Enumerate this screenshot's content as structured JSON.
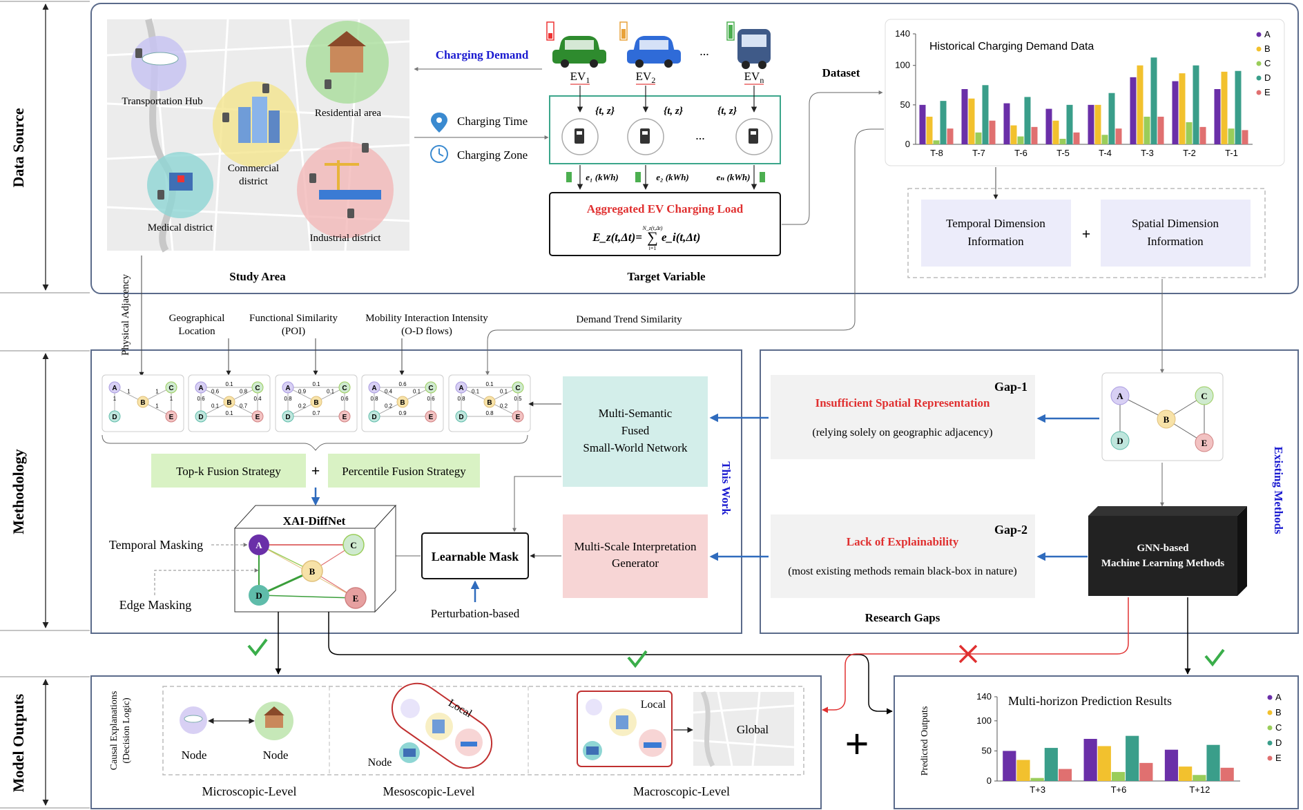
{
  "sections": {
    "data_source": "Data Source",
    "methodology": "Methodology",
    "model_outputs": "Model Outputs"
  },
  "study_area": {
    "caption": "Study Area",
    "zones": [
      "Transportation Hub",
      "Residential area",
      "Commercial",
      "district",
      "Medical district",
      "Industrial district"
    ],
    "physical_adjacency": "Physical  Adjacency"
  },
  "target": {
    "charging_demand": "Charging Demand",
    "ev_labels": [
      "EV",
      "EV",
      "EV"
    ],
    "ev_subs": [
      "1",
      "2",
      "n"
    ],
    "ellipsis": "...",
    "tz": "{t, z}",
    "charging_time": "Charging Time",
    "charging_zone": "Charging Zone",
    "energy_labels": [
      "e₁ (kWh)",
      "e₂ (kWh)",
      "eₙ (kWh)"
    ],
    "agg_title": "Aggregated EV Charging Load",
    "formula_lhs": "E_z(t,Δt)=",
    "formula_sum": "∑",
    "formula_top": "N_z(t,Δt)",
    "formula_bottom": "i=1",
    "formula_rhs": "e_i(t,Δt)",
    "caption": "Target Variable"
  },
  "dataset": {
    "label": "Dataset",
    "temporal": [
      "Temporal Dimension",
      "Information"
    ],
    "spatial": [
      "Spatial Dimension",
      "Information"
    ],
    "plus": "+"
  },
  "colors": {
    "A": "#6a2fa8",
    "B": "#f2c12e",
    "C": "#9acd5a",
    "D": "#3a9e8a",
    "E": "#e07070",
    "frame": "#5a6a8a",
    "red": "#e03030",
    "blue": "#1a1ad0",
    "arrow_blue": "#2f6bbd"
  },
  "chart_data": [
    {
      "type": "bar",
      "title": "Historical Charging Demand Data",
      "categories": [
        "T-8",
        "T-7",
        "T-6",
        "T-5",
        "T-4",
        "T-3",
        "T-2",
        "T-1"
      ],
      "ylim": [
        0,
        140
      ],
      "yticks": [
        0,
        50,
        100,
        140
      ],
      "grid": false,
      "legend": "top-right",
      "series": [
        {
          "name": "A",
          "values": [
            50,
            70,
            52,
            45,
            50,
            85,
            80,
            70
          ]
        },
        {
          "name": "B",
          "values": [
            35,
            58,
            24,
            30,
            50,
            100,
            90,
            92
          ]
        },
        {
          "name": "C",
          "values": [
            5,
            15,
            10,
            7,
            12,
            35,
            28,
            20
          ]
        },
        {
          "name": "D",
          "values": [
            55,
            75,
            60,
            50,
            65,
            110,
            100,
            93
          ]
        },
        {
          "name": "E",
          "values": [
            20,
            30,
            22,
            15,
            20,
            35,
            22,
            18
          ]
        }
      ]
    },
    {
      "type": "bar",
      "title": "Multi-horizon Prediction Results",
      "ylabel": "Predicted Outputs",
      "categories": [
        "T+3",
        "T+6",
        "T+12"
      ],
      "ylim": [
        0,
        140
      ],
      "yticks": [
        0,
        50,
        100,
        140
      ],
      "grid": false,
      "legend": "top-right",
      "series": [
        {
          "name": "A",
          "values": [
            50,
            70,
            52
          ]
        },
        {
          "name": "B",
          "values": [
            35,
            58,
            24
          ]
        },
        {
          "name": "C",
          "values": [
            5,
            15,
            10
          ]
        },
        {
          "name": "D",
          "values": [
            55,
            75,
            60
          ]
        },
        {
          "name": "E",
          "values": [
            20,
            30,
            22
          ]
        }
      ]
    }
  ],
  "methodology": {
    "graph_labels": [
      "Geographical",
      "Location",
      "Functional Similarity",
      "(POI)",
      "Mobility Interaction Intensity",
      "(O-D flows)",
      "Demand Trend Similarity"
    ],
    "topk": "Top-k Fusion Strategy",
    "percentile": "Percentile Fusion Strategy",
    "plus": "+",
    "msn": [
      "Multi-Semantic",
      "Fused",
      "Small-World Network"
    ],
    "this_work": "This Work",
    "xai": "XAI-DiffNet",
    "temporal_masking": "Temporal Masking",
    "edge_masking": "Edge Masking",
    "learnable_mask": "Learnable Mask",
    "perturbation": "Perturbation-based",
    "msig": [
      "Multi-Scale Interpretation",
      "Generator"
    ],
    "node_letters": [
      "A",
      "B",
      "C",
      "D",
      "E"
    ]
  },
  "gaps": {
    "gap1_label": "Gap-1",
    "gap1_title": "Insufficient Spatial Representation",
    "gap1_desc": "(relying solely on  geographic adjacency)",
    "gap2_label": "Gap-2",
    "gap2_title": "Lack of Explainability",
    "gap2_desc": "(most existing methods remain black-box in nature)",
    "caption": "Research Gaps",
    "existing": "Existing Methods",
    "gnn": [
      "GNN-based",
      "Machine Learning Methods"
    ]
  },
  "outputs": {
    "causal": [
      "Causal Explanations",
      "(Decision Logic)"
    ],
    "node": "Node",
    "local": "Local",
    "global": "Global",
    "micro": "Microscopic-Level",
    "meso": "Mesoscopic-Level",
    "macro": "Macroscopic-Level",
    "big_plus": "+"
  }
}
